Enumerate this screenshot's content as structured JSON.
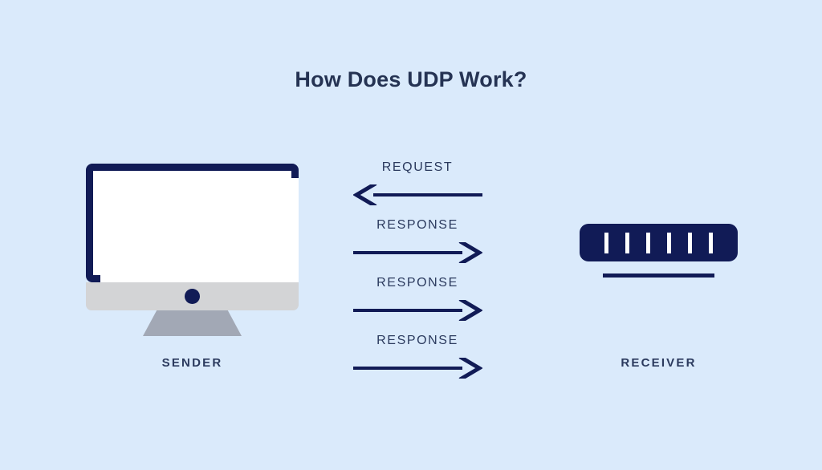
{
  "diagram": {
    "title": "How Does UDP Work?",
    "background_color": "#daeafb",
    "accent_navy": "#111b56",
    "text_color": "#2b3a5e",
    "title_color": "#253353"
  },
  "sender": {
    "label": "SENDER",
    "icon": "desktop-monitor-icon",
    "screen_color": "#ffffff",
    "frame_color": "#111b56",
    "chin_color": "#d3d4d6",
    "stand_color": "#a2a8b5"
  },
  "receiver": {
    "label": "RECEIVER",
    "icon": "network-switch-icon",
    "body_color": "#111b56",
    "port_color": "#ffffff",
    "port_count": 6
  },
  "flows": [
    {
      "label": "REQUEST",
      "direction": "left",
      "color": "#111b56"
    },
    {
      "label": "RESPONSE",
      "direction": "right",
      "color": "#111b56"
    },
    {
      "label": "RESPONSE",
      "direction": "right",
      "color": "#111b56"
    },
    {
      "label": "RESPONSE",
      "direction": "right",
      "color": "#111b56"
    }
  ]
}
